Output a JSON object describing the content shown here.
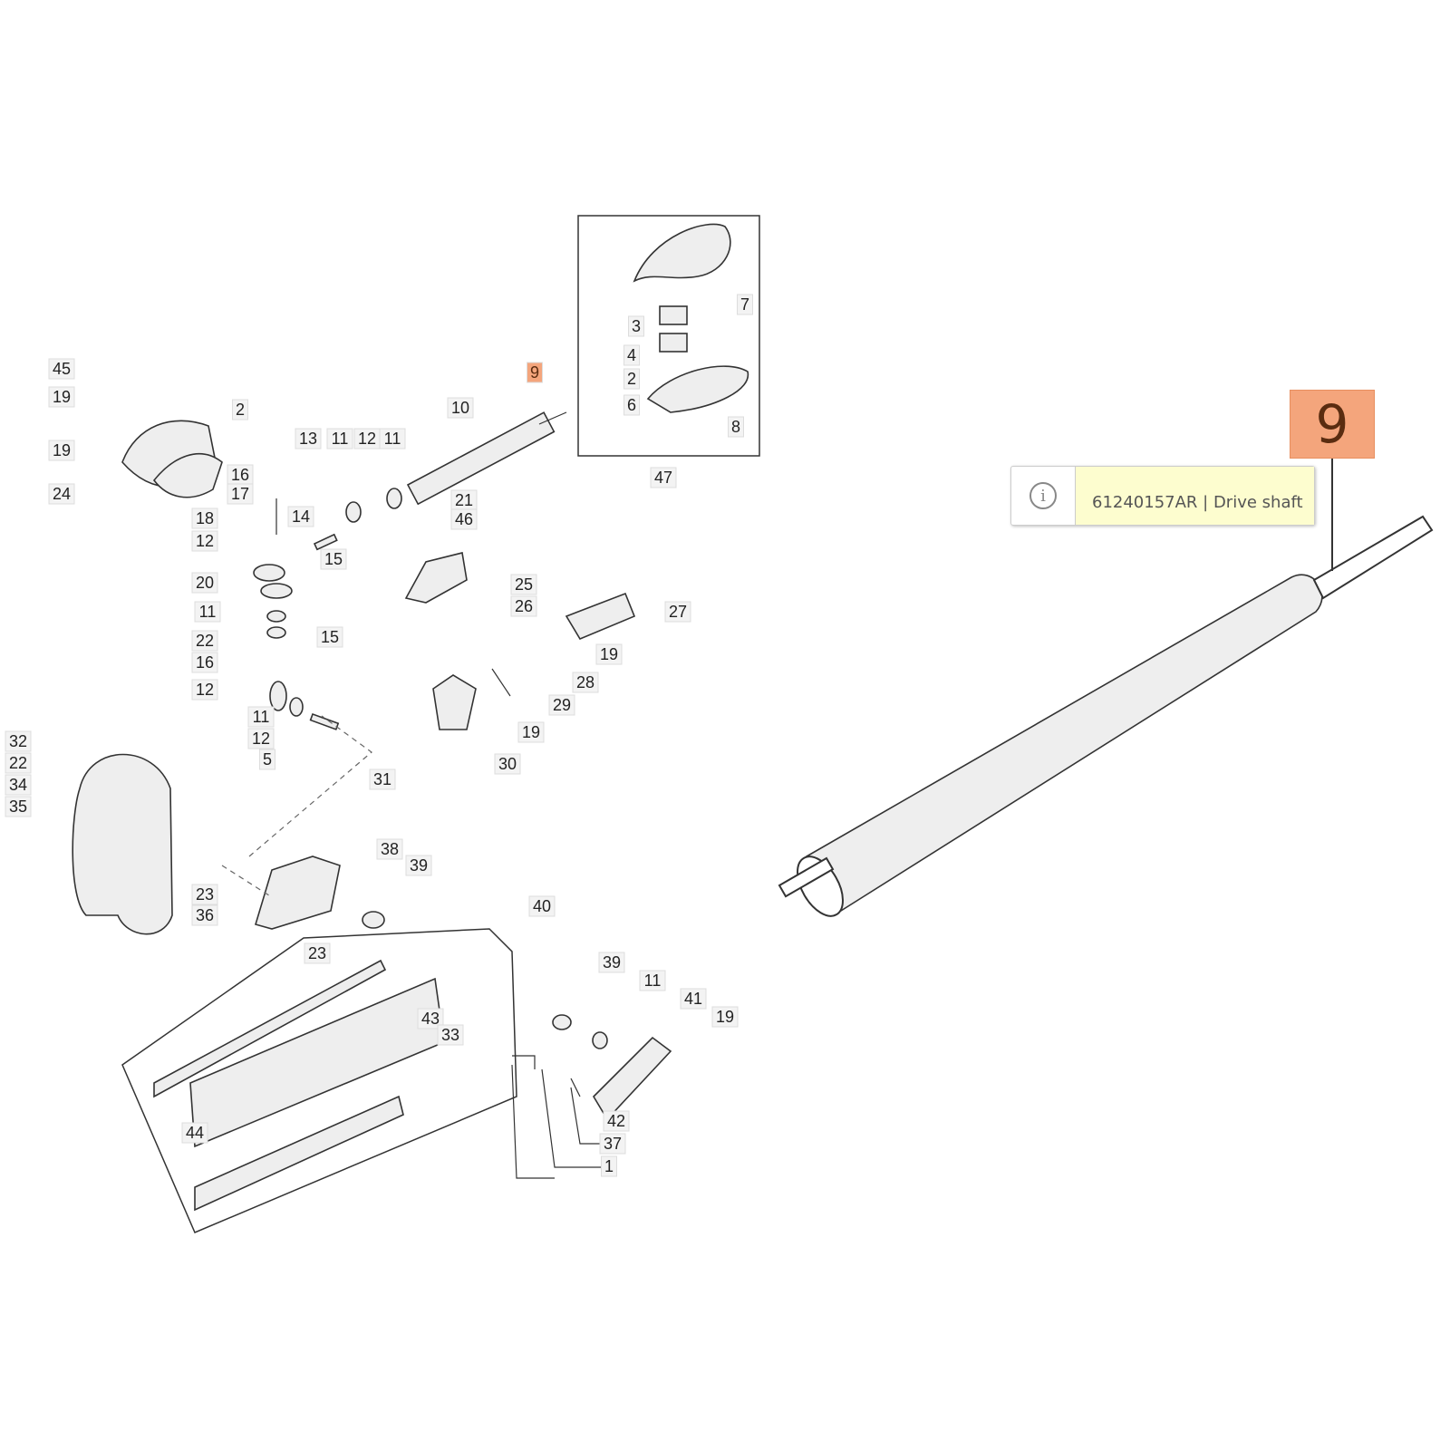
{
  "diagram": {
    "callouts": [
      "45",
      "19",
      "19",
      "24",
      "2",
      "16",
      "17",
      "18",
      "12",
      "14",
      "13",
      "11",
      "12",
      "11",
      "15",
      "20",
      "11",
      "22",
      "15",
      "16",
      "12",
      "11",
      "12",
      "5",
      "10",
      "9",
      "21",
      "46",
      "25",
      "26",
      "27",
      "19",
      "28",
      "29",
      "19",
      "30",
      "31",
      "32",
      "22",
      "34",
      "35",
      "38",
      "39",
      "23",
      "36",
      "40",
      "23",
      "39",
      "11",
      "41",
      "19",
      "43",
      "33",
      "42",
      "37",
      "1",
      "44",
      "3",
      "7",
      "4",
      "2",
      "6",
      "8",
      "47"
    ],
    "highlighted_callout": "9",
    "highlight_color": "#f4a57c"
  },
  "detail": {
    "part_number_badge": "9",
    "tooltip_icon": "info-icon",
    "tooltip_text": "61240157AR | Drive shaft"
  }
}
